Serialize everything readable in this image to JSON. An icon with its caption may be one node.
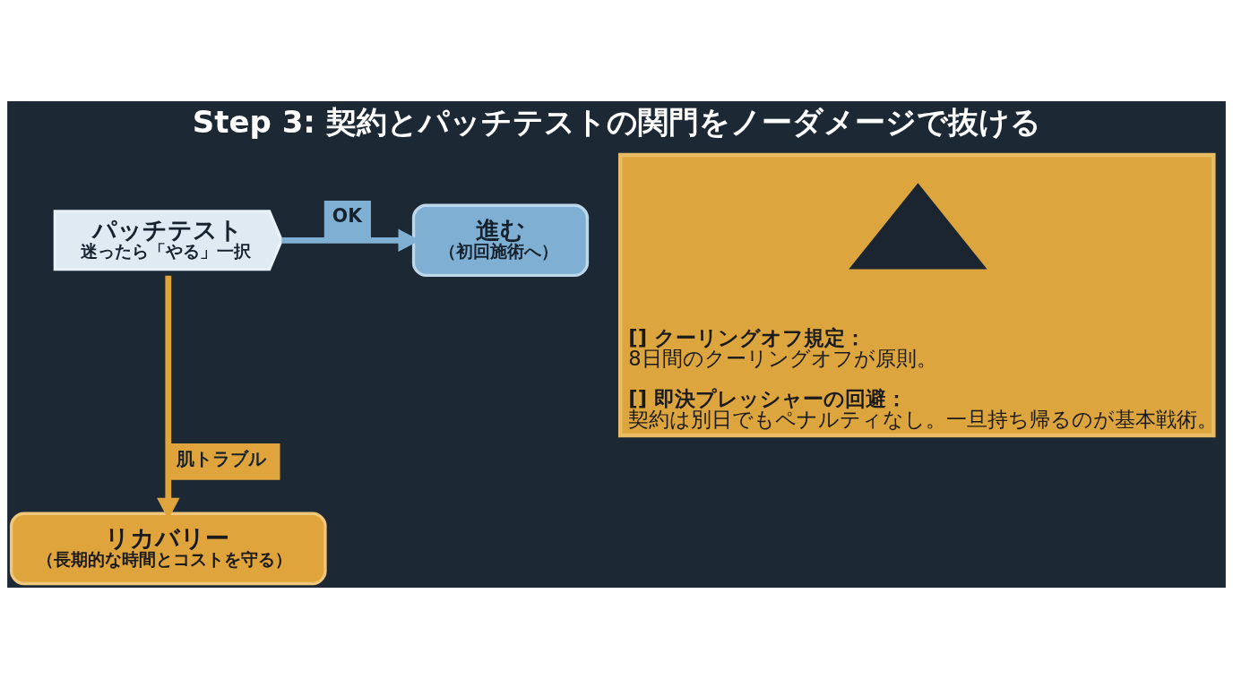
{
  "diagram": {
    "title": "Step 3: 契約とパッチテストの関門をノーダメージで抜ける",
    "nodes": [
      {
        "text": [
          "パッチテスト",
          "迷ったら「やる」一択"
        ]
      },
      {
        "text": [
          "進む",
          "（初回施術へ）"
        ]
      },
      {
        "text": [
          "リカバリー",
          "（長期的な時間とコストを守る）"
        ]
      },
      {
        "text": [
          "[] クーリングオフ規定：",
          "8日間のクーリングオフが原則。",
          "[] 即決プレッシャーの回避：",
          "契約は別日でもペナルティなし。一旦持ち帰るのが基本戦術。"
        ]
      },
      {
        "text": [],
        "shape": "triangle",
        "in": 3
      }
    ],
    "edges": [
      {
        "from": 0,
        "to": 1,
        "arrow": "to",
        "label": "OK",
        "color": "#7fb0d4"
      },
      {
        "from": 0,
        "to": 2,
        "arrow": "to",
        "label": "肌トラブル",
        "color": "#e0a43c"
      }
    ]
  }
}
